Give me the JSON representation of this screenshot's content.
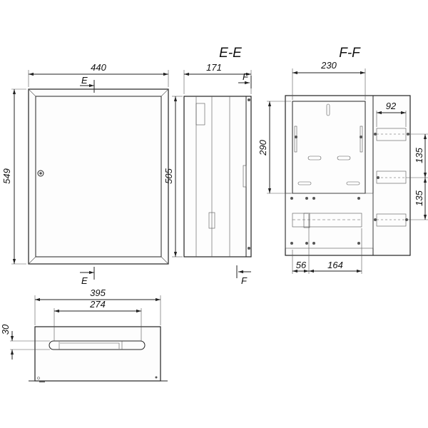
{
  "views": {
    "front": {
      "width": "440",
      "height": "549",
      "section_mark_top": "E",
      "section_mark_bottom": "E"
    },
    "section_e": {
      "title": "E-E",
      "depth": "171",
      "height": "505",
      "section_mark_top": "F",
      "section_mark_bottom": "F"
    },
    "section_f": {
      "title": "F-F",
      "panel_width": "230",
      "panel_height": "290",
      "rail_width": "92",
      "rail_pitch_1": "135",
      "rail_pitch_2": "135",
      "offset_left": "56",
      "rail_length": "164"
    },
    "bottom": {
      "width": "395",
      "slot_width": "274",
      "slot_height": "30"
    }
  }
}
